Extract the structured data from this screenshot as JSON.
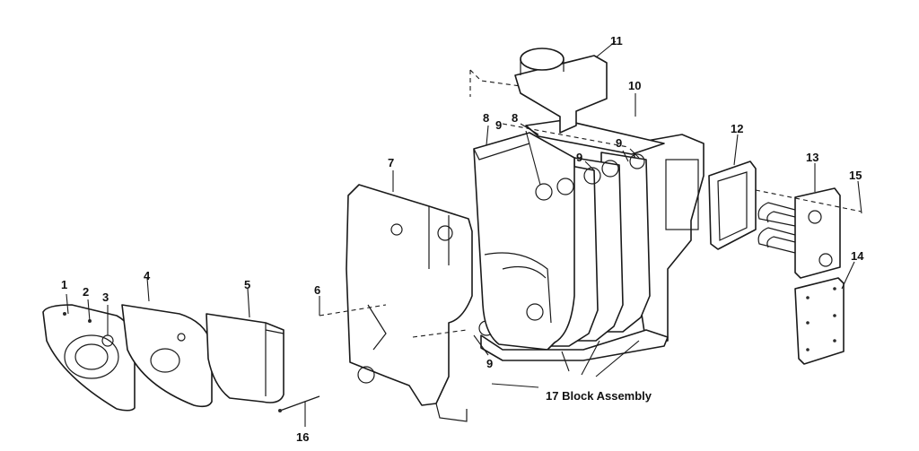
{
  "labels": {
    "p1": "1",
    "p2": "2",
    "p3": "3",
    "p4": "4",
    "p5": "5",
    "p6": "6",
    "p7": "7",
    "p8a": "8",
    "p8b": "8",
    "p9a": "9",
    "p9b": "9",
    "p9c": "9",
    "p9d": "9",
    "p10": "10",
    "p11": "11",
    "p12": "12",
    "p13": "13",
    "p14": "14",
    "p15": "15",
    "p16": "16",
    "p17": "17 Block Assembly"
  }
}
